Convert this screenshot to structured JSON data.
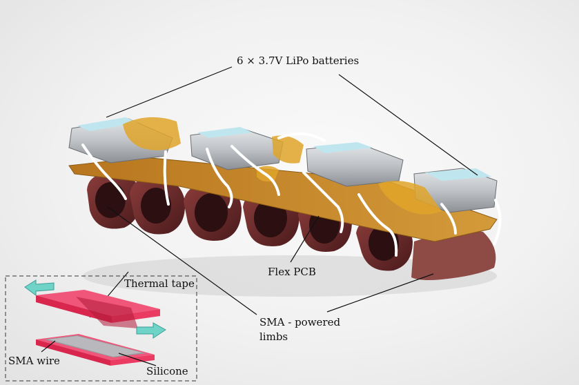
{
  "labels": {
    "batteries": "6 × 3.7V LiPo batteries",
    "flex_pcb": "Flex PCB",
    "sma_limbs_line1": "SMA - powered",
    "sma_limbs_line2": "limbs",
    "thermal_tape": "Thermal tape",
    "sma_wire": "SMA wire",
    "silicone": "Silicone"
  },
  "colors": {
    "flex_pcb": "#c98a2a",
    "limb": "#6e2a2a",
    "battery": "#b8bcc0",
    "kapton_tape": "#e0a52a",
    "thermal_tape": "#e8355e",
    "arrow": "#6fd3c8",
    "annotation_line": "#111111"
  }
}
